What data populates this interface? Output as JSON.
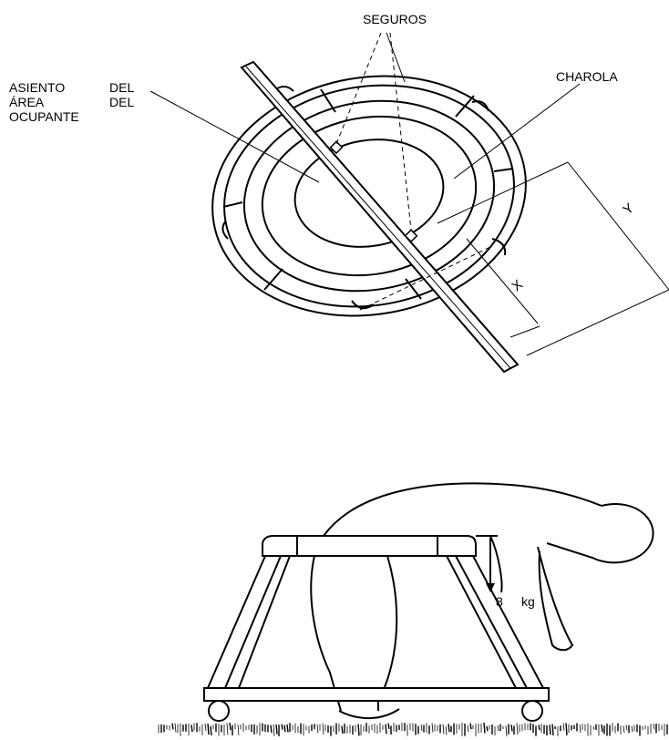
{
  "labels": {
    "seguros": "SEGUROS",
    "asiento_l1a": "ASIENTO",
    "asiento_l1b": "DEL",
    "asiento_l2a": "ÁREA",
    "asiento_l2b": "DEL",
    "asiento_l3": "OCUPANTE",
    "charola": "CHAROLA",
    "dim_y": "Y",
    "dim_x": "X",
    "weight_value": "8",
    "weight_unit": "kg"
  },
  "colors": {
    "line": "#000000",
    "background": "#ffffff"
  }
}
